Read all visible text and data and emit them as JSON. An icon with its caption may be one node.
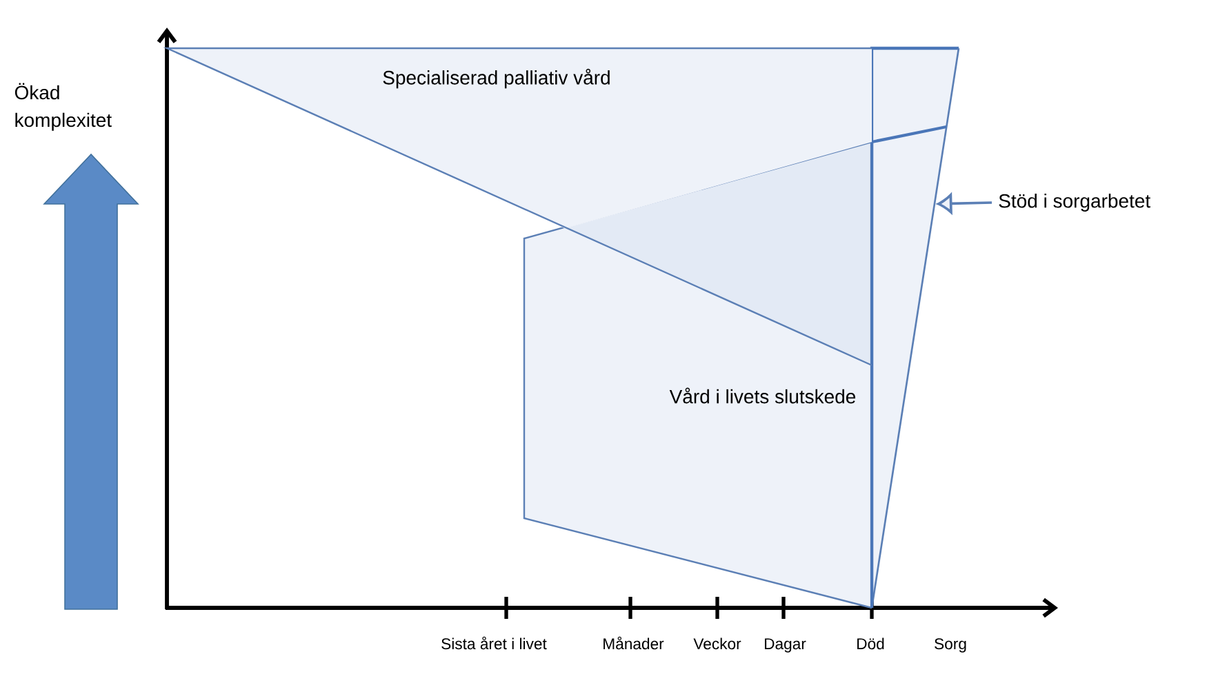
{
  "diagram": {
    "nodes": [
      {
        "text": [
          "Specialiserad palliativ vård"
        ]
      },
      {
        "text": [
          "Vård i livets slutskede"
        ]
      },
      {
        "text": [
          "Stöd i sorgarbetet"
        ]
      },
      {
        "text": [],
        "shape": "triangle"
      }
    ],
    "edges": [
      {
        "from": 2,
        "to": 3,
        "arrow": "to"
      }
    ],
    "labels": [
      "Ökad komplexitet",
      "Sista året i livet",
      "Månader",
      "Veckor",
      "Dagar",
      "Död",
      "Sorg"
    ]
  }
}
